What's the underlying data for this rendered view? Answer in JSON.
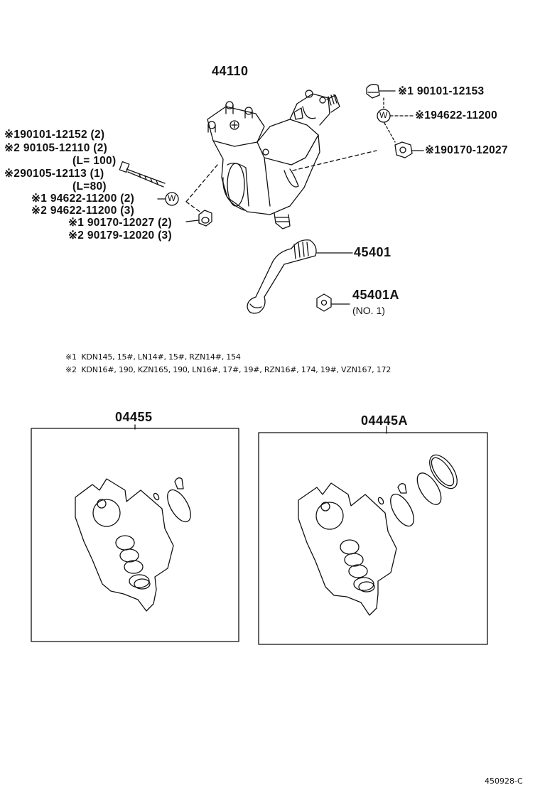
{
  "parts": {
    "gear_assy": "44110",
    "pitman_arm": "45401",
    "pitman_nut": "45401A",
    "pitman_nut_note": "(NO. 1)",
    "kit_left": "04455",
    "kit_right": "04445A"
  },
  "left_callouts": {
    "bolt1": "※190101-12152 (2)",
    "bolt2": "※2 90105-12110 (2)",
    "bolt2_len": "(L= 100)",
    "bolt3": "※290105-12113 (1)",
    "bolt3_len": "(L=80)",
    "washer1": "※1 94622-11200 (2)",
    "washer2": "※2 94622-11200 (3)",
    "nut1": "※1 90170-12027 (2)",
    "nut2": "※2 90179-12020 (3)"
  },
  "right_callouts": {
    "bolt": "※1 90101-12153",
    "washer": "※194622-11200",
    "nut": "※190170-12027"
  },
  "washer_symbol": "W",
  "notes": {
    "n1": "※1  KDN145, 15#, LN14#, 15#, RZN14#, 154",
    "n2": "※2  KDN16#, 190, KZN165, 190, LN16#, 17#, 19#, RZN16#, 174, 19#, VZN167, 172"
  },
  "footer_code": "450928-C"
}
